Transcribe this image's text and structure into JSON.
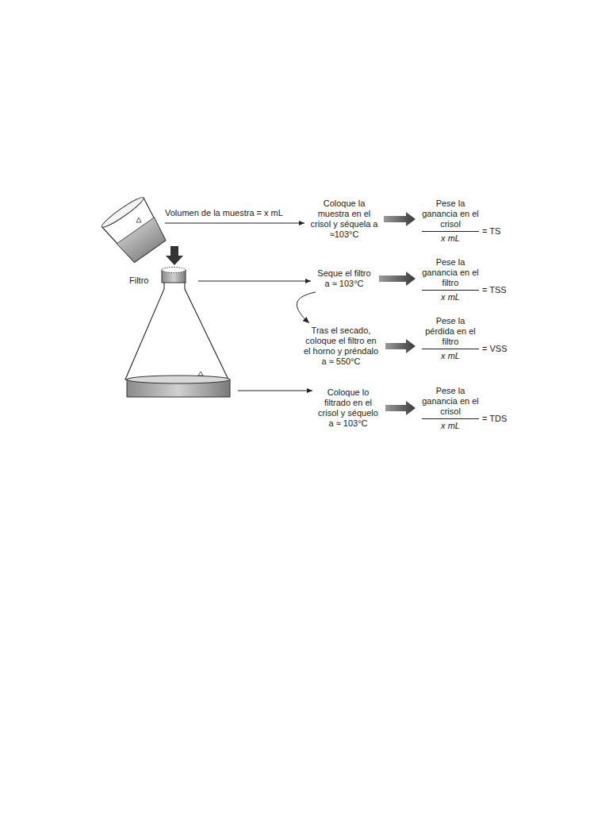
{
  "diagram": {
    "nodes": [
      {
        "text": [
          "Coloque la muestra en el crisol y séquela a ≈103°C"
        ]
      },
      {
        "text": [
          "Pese la ganancia en el crisol",
          "x mL",
          "= TS"
        ]
      },
      {
        "text": [
          "Seque el filtro a ≈ 103°C"
        ]
      },
      {
        "text": [
          "Pese la ganancia en el filtro",
          "x mL",
          "= TSS"
        ]
      },
      {
        "text": [
          "Tras el secado, coloque el filtro en el horno y préndalo a ≈ 550°C"
        ]
      },
      {
        "text": [
          "Pese la pérdida en el filtro",
          "x mL",
          "= VSS"
        ]
      },
      {
        "text": [
          "Coloque lo filtrado en el crisol y séquelo a ≈ 103°C"
        ]
      },
      {
        "text": [
          "Pese la ganancia en el crisol",
          "x mL",
          "= TDS"
        ]
      }
    ],
    "edges": [
      {
        "from": 0,
        "to": 1,
        "arrow": "to"
      },
      {
        "from": 2,
        "to": 3,
        "arrow": "to"
      },
      {
        "from": 2,
        "to": 4,
        "arrow": "to"
      },
      {
        "from": 4,
        "to": 5,
        "arrow": "to"
      },
      {
        "from": 6,
        "to": 7,
        "arrow": "to"
      }
    ],
    "labels": [
      "Volumen de la muestra = x mL",
      "Filtro"
    ]
  }
}
